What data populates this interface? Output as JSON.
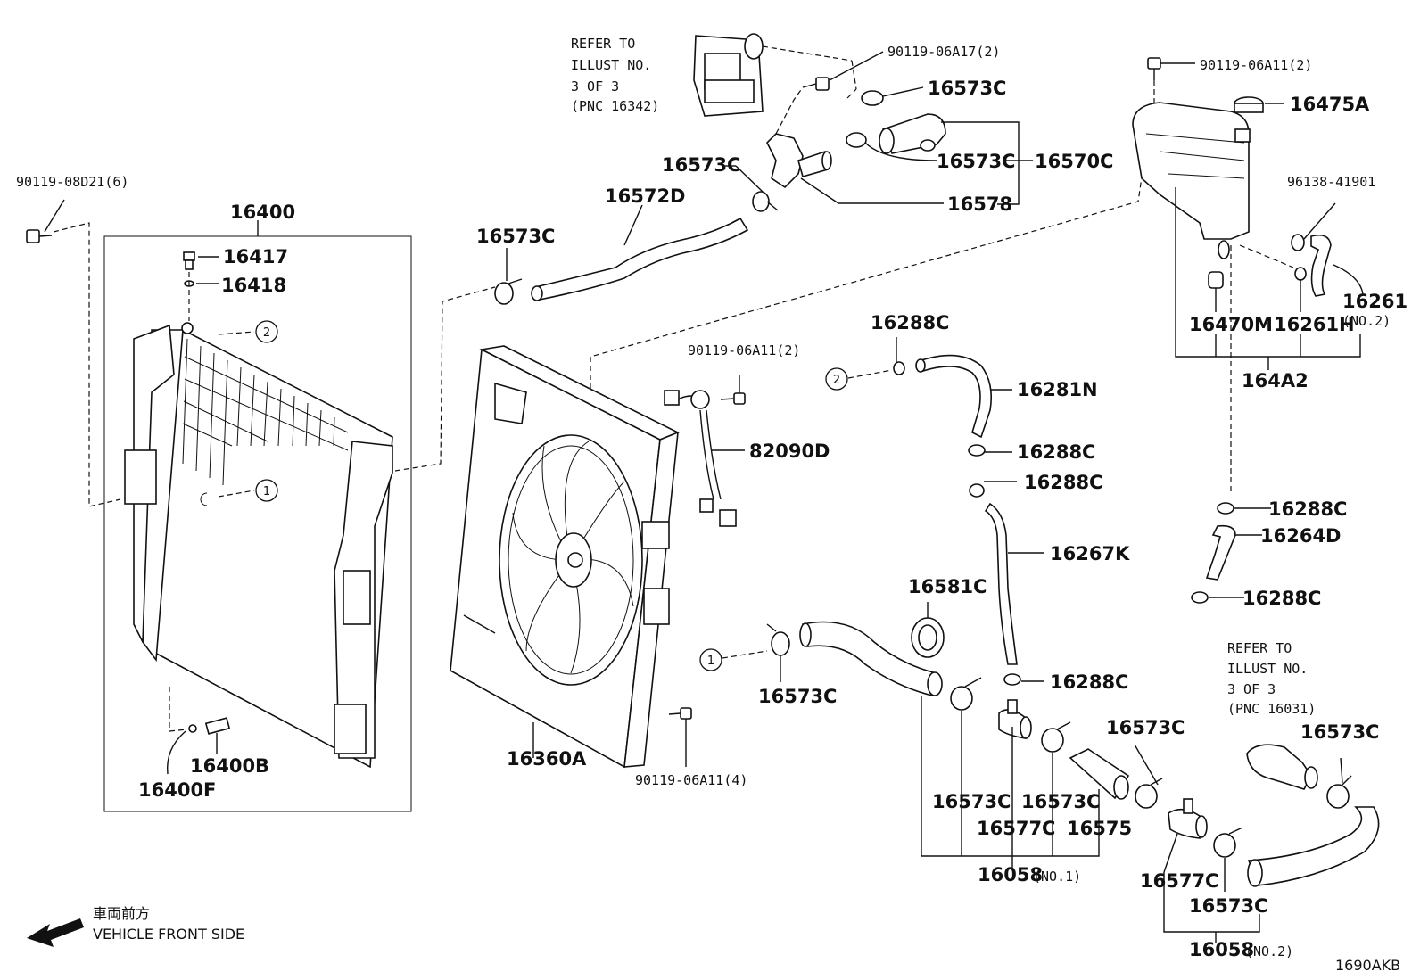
{
  "parts": {
    "p90119_08D21": "90119-08D21(6)",
    "p16400": "16400",
    "p16417": "16417",
    "p16418": "16418",
    "p16400B": "16400B",
    "p16400F": "16400F",
    "p16573C_a": "16573C",
    "p16572D": "16572D",
    "p16573C_b": "16573C",
    "p90119_06A17": "90119-06A17(2)",
    "p16573C_c": "16573C",
    "p16573C_d": "16573C",
    "p16570C": "16570C",
    "p16578": "16578",
    "p90119_06A11_tank": "90119-06A11(2)",
    "p16475A": "16475A",
    "p96138_41901": "96138-41901",
    "p16261": "16261",
    "p16261_no2": "(NO.2)",
    "p16470M": "16470M",
    "p16261H": "16261H",
    "p164A2": "164A2",
    "p90119_06A11_fan": "90119-06A11(2)",
    "p82090D": "82090D",
    "p16288C_a": "16288C",
    "p16281N": "16281N",
    "p16288C_b": "16288C",
    "p16288C_c": "16288C",
    "p16267K": "16267K",
    "p16288C_d": "16288C",
    "p16581C": "16581C",
    "p16573C_e": "16573C",
    "p16360A": "16360A",
    "p90119_06A11_4": "90119-06A11(4)",
    "p16288C_e": "16288C",
    "p16264D": "16264D",
    "p16288C_f": "16288C",
    "p16573C_f": "16573C",
    "p16573C_g": "16573C",
    "p16577C_a": "16577C",
    "p16575": "16575",
    "p16058_1": "16058",
    "p16058_1_no": "(NO.1)",
    "p16573C_h": "16573C",
    "p16573C_i": "16573C",
    "p16577C_b": "16577C",
    "p16573C_j": "16573C",
    "p16058_2": "16058",
    "p16058_2_no": "(NO.2)"
  },
  "callouts": {
    "c1": "1",
    "c2": "2"
  },
  "refer_top": [
    "REFER TO",
    "ILLUST NO.",
    "3 OF 3",
    "(PNC 16342)"
  ],
  "refer_right": [
    "REFER TO",
    "ILLUST NO.",
    "3 OF 3",
    "(PNC 16031)"
  ],
  "front": {
    "jp": "車両前方",
    "en": "VEHICLE FRONT SIDE"
  },
  "figure_code": "1690AKB"
}
